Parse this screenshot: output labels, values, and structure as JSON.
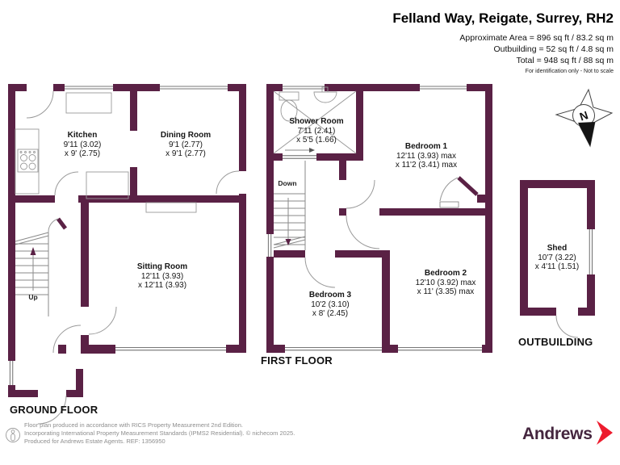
{
  "header": {
    "title": "Felland Way, Reigate, Surrey, RH2",
    "area_line1": "Approximate Area = 896 sq ft / 83.2 sq m",
    "area_line2": "Outbuilding = 52 sq ft / 4.8 sq m",
    "area_line3": "Total = 948 sq ft / 88 sq m",
    "note": "For identification only - Not to scale"
  },
  "compass": {
    "north_label": "N"
  },
  "floors": {
    "ground": {
      "label": "GROUND FLOOR",
      "stairs_label": "Up",
      "rooms": {
        "kitchen": {
          "name": "Kitchen",
          "dim1": "9'11 (3.02)",
          "dim2": "x 9' (2.75)"
        },
        "dining_room": {
          "name": "Dining Room",
          "dim1": "9'1 (2.77)",
          "dim2": "x 9'1 (2.77)"
        },
        "sitting_room": {
          "name": "Sitting Room",
          "dim1": "12'11 (3.93)",
          "dim2": "x 12'11 (3.93)"
        }
      }
    },
    "first": {
      "label": "FIRST FLOOR",
      "stairs_label": "Down",
      "rooms": {
        "shower_room": {
          "name": "Shower Room",
          "dim1": "7'11 (2.41)",
          "dim2": "x 5'5 (1.66)"
        },
        "bedroom_1": {
          "name": "Bedroom 1",
          "dim1": "12'11 (3.93) max",
          "dim2": "x 11'2 (3.41) max"
        },
        "bedroom_2": {
          "name": "Bedroom 2",
          "dim1": "12'10 (3.92) max",
          "dim2": "x 11' (3.35) max"
        },
        "bedroom_3": {
          "name": "Bedroom 3",
          "dim1": "10'2 (3.10)",
          "dim2": "x 8' (2.45)"
        }
      }
    },
    "outbuilding": {
      "label": "OUTBUILDING",
      "rooms": {
        "shed": {
          "name": "Shed",
          "dim1": "10'7 (3.22)",
          "dim2": "x 4'11 (1.51)"
        }
      }
    }
  },
  "footer": {
    "line1": "Floor plan produced in accordance with RICS Property Measurement 2nd Edition.",
    "line2": "Incorporating International Property Measurement Standards (IPMS2 Residential).   © nichecom 2025.",
    "line3": "Produced for Andrews Estate Agents.   REF: 1356950",
    "brand": "Andrews"
  },
  "colors": {
    "wall": "#5a2145",
    "brand_purple": "#44253e",
    "brand_red": "#ed1c2e"
  }
}
